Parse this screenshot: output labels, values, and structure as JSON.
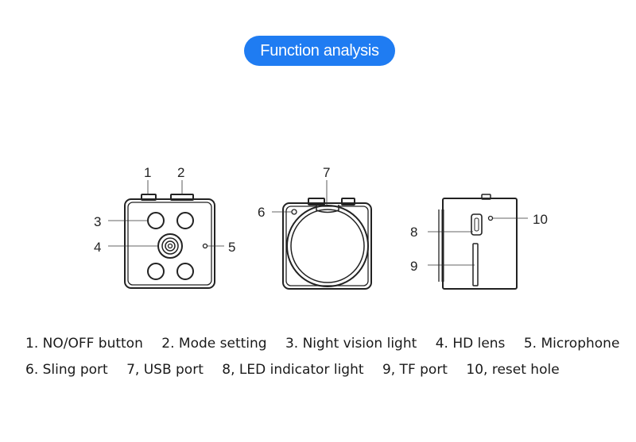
{
  "header": {
    "title": "Function analysis"
  },
  "callouts": {
    "c1": "1",
    "c2": "2",
    "c3": "3",
    "c4": "4",
    "c5": "5",
    "c6": "6",
    "c7": "7",
    "c8": "8",
    "c9": "9",
    "c10": "10"
  },
  "legend": {
    "row1": [
      "1. NO/OFF button",
      "2. Mode setting",
      "3. Night vision light",
      "4. HD lens",
      "5. Microphone"
    ],
    "row2": [
      "6. Sling port",
      "7, USB port",
      "8, LED indicator light",
      "9, TF port",
      "10, reset hole"
    ]
  },
  "colors": {
    "accent": "#1f7cf2",
    "line": "#222222"
  }
}
